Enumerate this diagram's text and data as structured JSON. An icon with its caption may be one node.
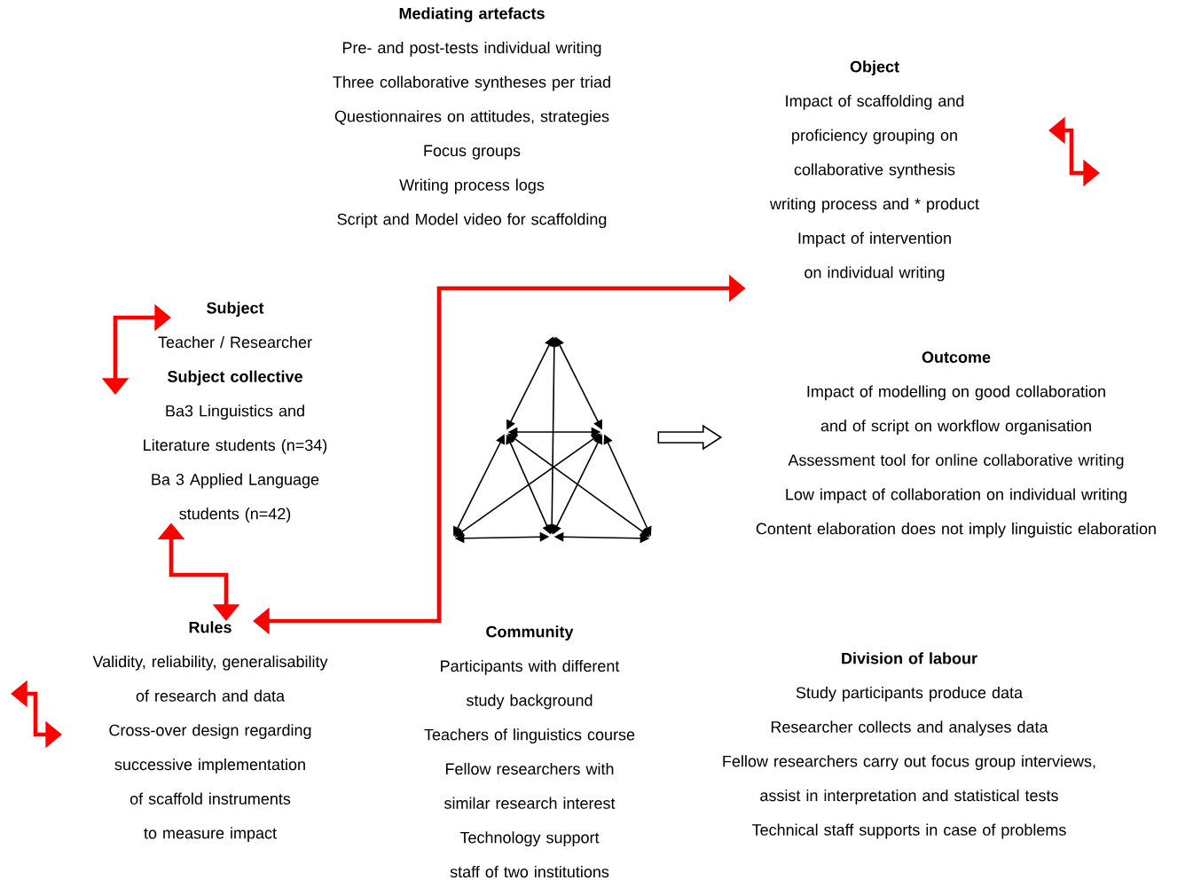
{
  "diagram": {
    "nodes": [
      {
        "text": [
          "Mediating artefacts",
          "Pre- and post-tests individual writing",
          "Three collaborative syntheses per triad",
          "Questionnaires on attitudes, strategies",
          "Focus groups",
          "Writing process logs",
          "Script and Model video for scaffolding"
        ]
      },
      {
        "text": [
          "Object",
          "Impact of scaffolding and proficiency grouping on collaborative synthesis writing process and  * product",
          "Impact of intervention on individual writing"
        ]
      },
      {
        "text": [
          "Subject",
          "Teacher / Researcher",
          "Subject collective",
          "Ba3 Linguistics and Literature students (n=34)",
          "Ba 3 Applied Language students (n=42)"
        ]
      },
      {
        "text": [
          "Outcome",
          "Impact of modelling on good collaboration and of script on workflow organisation",
          "Assessment tool for online collaborative writing",
          "Low impact of collaboration on individual writing",
          "Content elaboration does not imply linguistic elaboration"
        ]
      },
      {
        "text": [
          "Rules",
          "Validity, reliability, generalisability of research and data",
          "Cross-over design regarding successive implementation of scaffold instruments to measure impact"
        ]
      },
      {
        "text": [
          "Community",
          "Participants with different study background",
          "Teachers of linguistics course",
          "Fellow researchers with similar research interest",
          "Technology support staff of two institutions"
        ]
      },
      {
        "text": [
          "Division of labour",
          "Study participants produce data",
          "Researcher collects and analyses data",
          "Fellow researchers carry out focus group interviews, assist in interpretation and statistical tests",
          "Technical staff supports in case of problems"
        ]
      },
      {
        "text": [],
        "shape": "picture"
      }
    ],
    "edges": [
      {
        "from": 4,
        "to": 1,
        "arrow": "both",
        "color": "#ff0000"
      },
      {
        "from": 7,
        "to": 3,
        "arrow": "to",
        "color": "#000000"
      },
      {
        "from": 2,
        "to": 4,
        "arrow": "both",
        "color": "#ff0000"
      }
    ]
  }
}
